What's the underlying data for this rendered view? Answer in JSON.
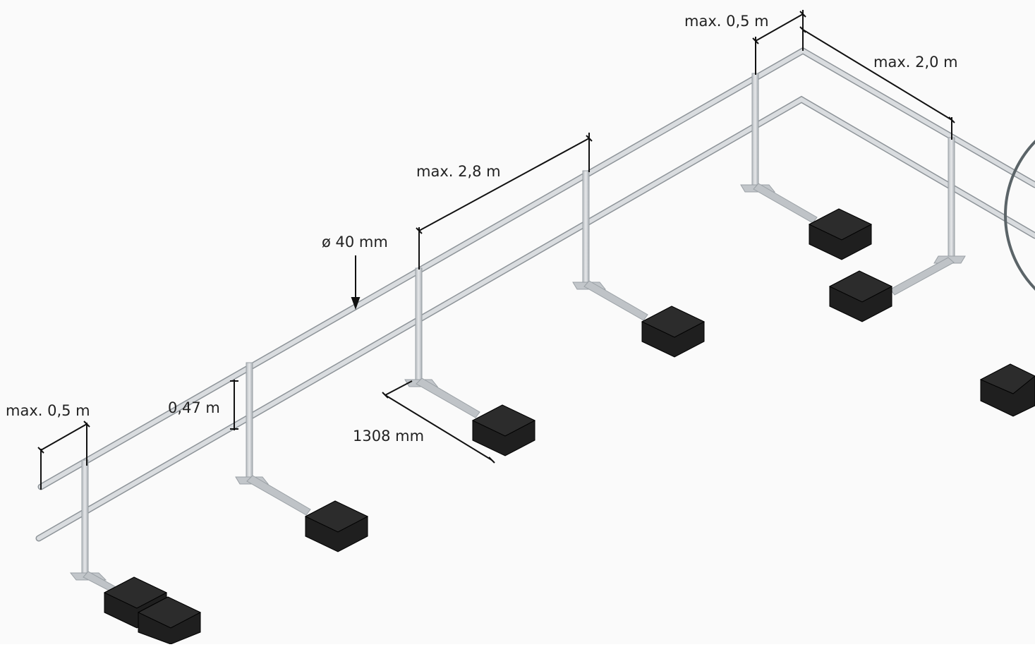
{
  "diagram": {
    "dimensions": {
      "end_overhang_left": "max. 0,5 m",
      "end_overhang_right": "max. 0,5 m",
      "rail_spacing": "0,47 m",
      "tube_diameter": "ø 40 mm",
      "post_spacing": "max. 2,8 m",
      "corner_spacing": "max. 2,0 m",
      "base_length": "1308 mm"
    },
    "colors": {
      "rail": "#c9cdd1",
      "rail_shadow": "#8e9499",
      "weight": "#1f1f1f",
      "dim_line": "#111111",
      "detail_circle": "#5b6468"
    }
  }
}
